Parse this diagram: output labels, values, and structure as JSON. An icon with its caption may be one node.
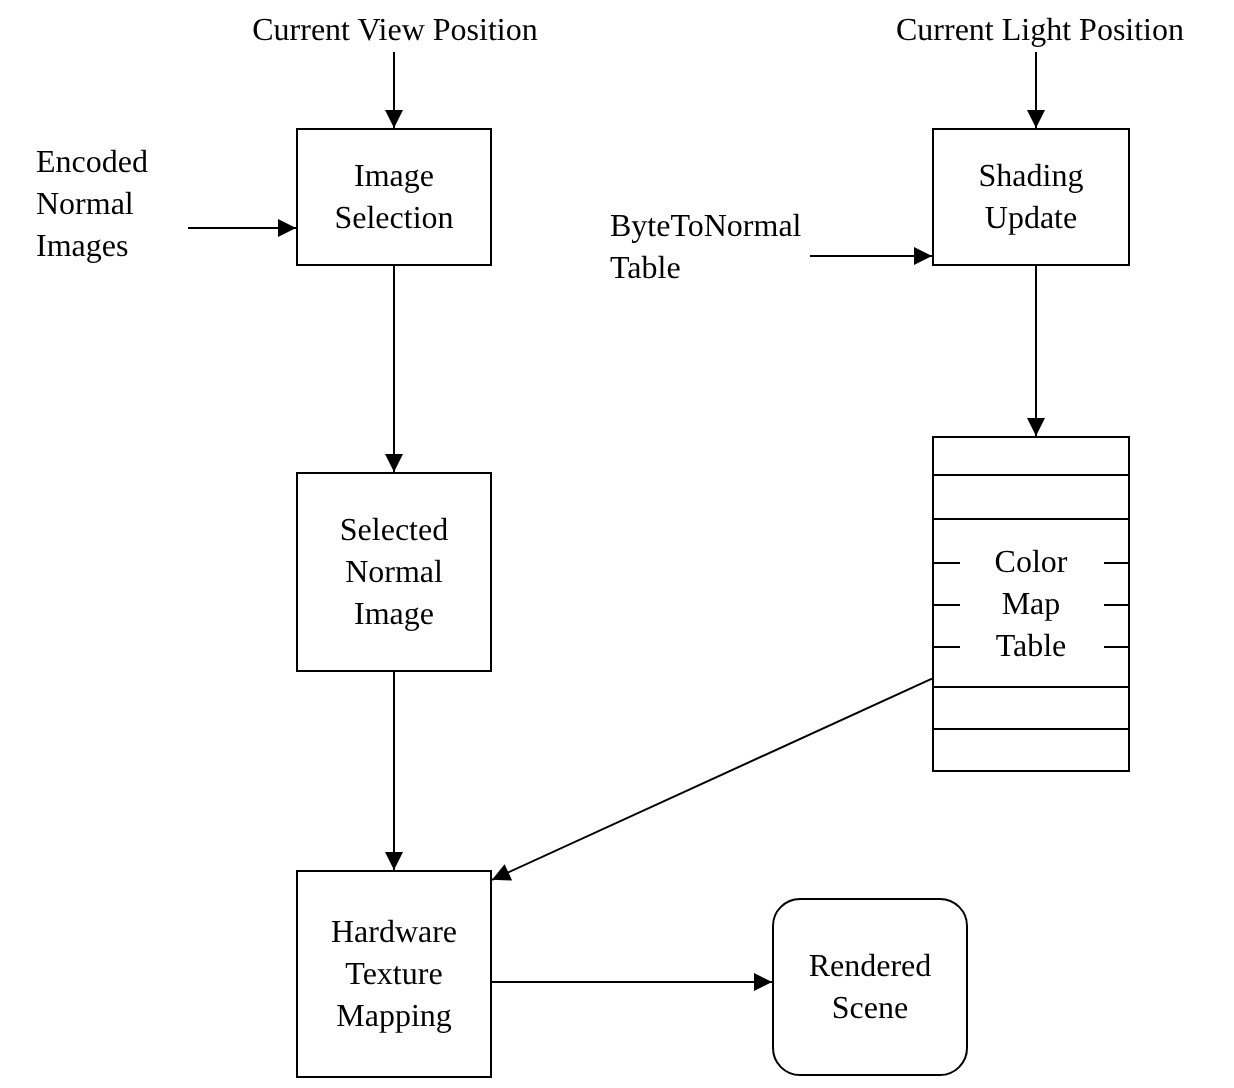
{
  "diagram": {
    "nodes": [
      {
        "text": [
          "Current View Position"
        ]
      },
      {
        "text": [
          "Encoded Normal Images"
        ]
      },
      {
        "text": [
          "Image Selection"
        ]
      },
      {
        "text": [
          "Selected Normal Image"
        ]
      },
      {
        "text": [
          "Hardware Texture Mapping"
        ]
      },
      {
        "text": [
          "Rendered Scene"
        ]
      },
      {
        "text": [
          "Current Light Position"
        ]
      },
      {
        "text": [
          "ByteToNormal Table"
        ]
      },
      {
        "text": [
          "Shading Update"
        ]
      },
      {
        "text": [
          "Color Map Table"
        ]
      }
    ],
    "edges": [
      {
        "from": 0,
        "to": 2,
        "arrow": "to"
      },
      {
        "from": 1,
        "to": 2,
        "arrow": "to"
      },
      {
        "from": 2,
        "to": 3,
        "arrow": "to"
      },
      {
        "from": 3,
        "to": 4,
        "arrow": "to"
      },
      {
        "from": 4,
        "to": 5,
        "arrow": "to"
      },
      {
        "from": 6,
        "to": 8,
        "arrow": "to"
      },
      {
        "from": 7,
        "to": 8,
        "arrow": "to"
      },
      {
        "from": 8,
        "to": 9,
        "arrow": "to"
      },
      {
        "from": 9,
        "to": 4,
        "arrow": "to"
      }
    ]
  }
}
